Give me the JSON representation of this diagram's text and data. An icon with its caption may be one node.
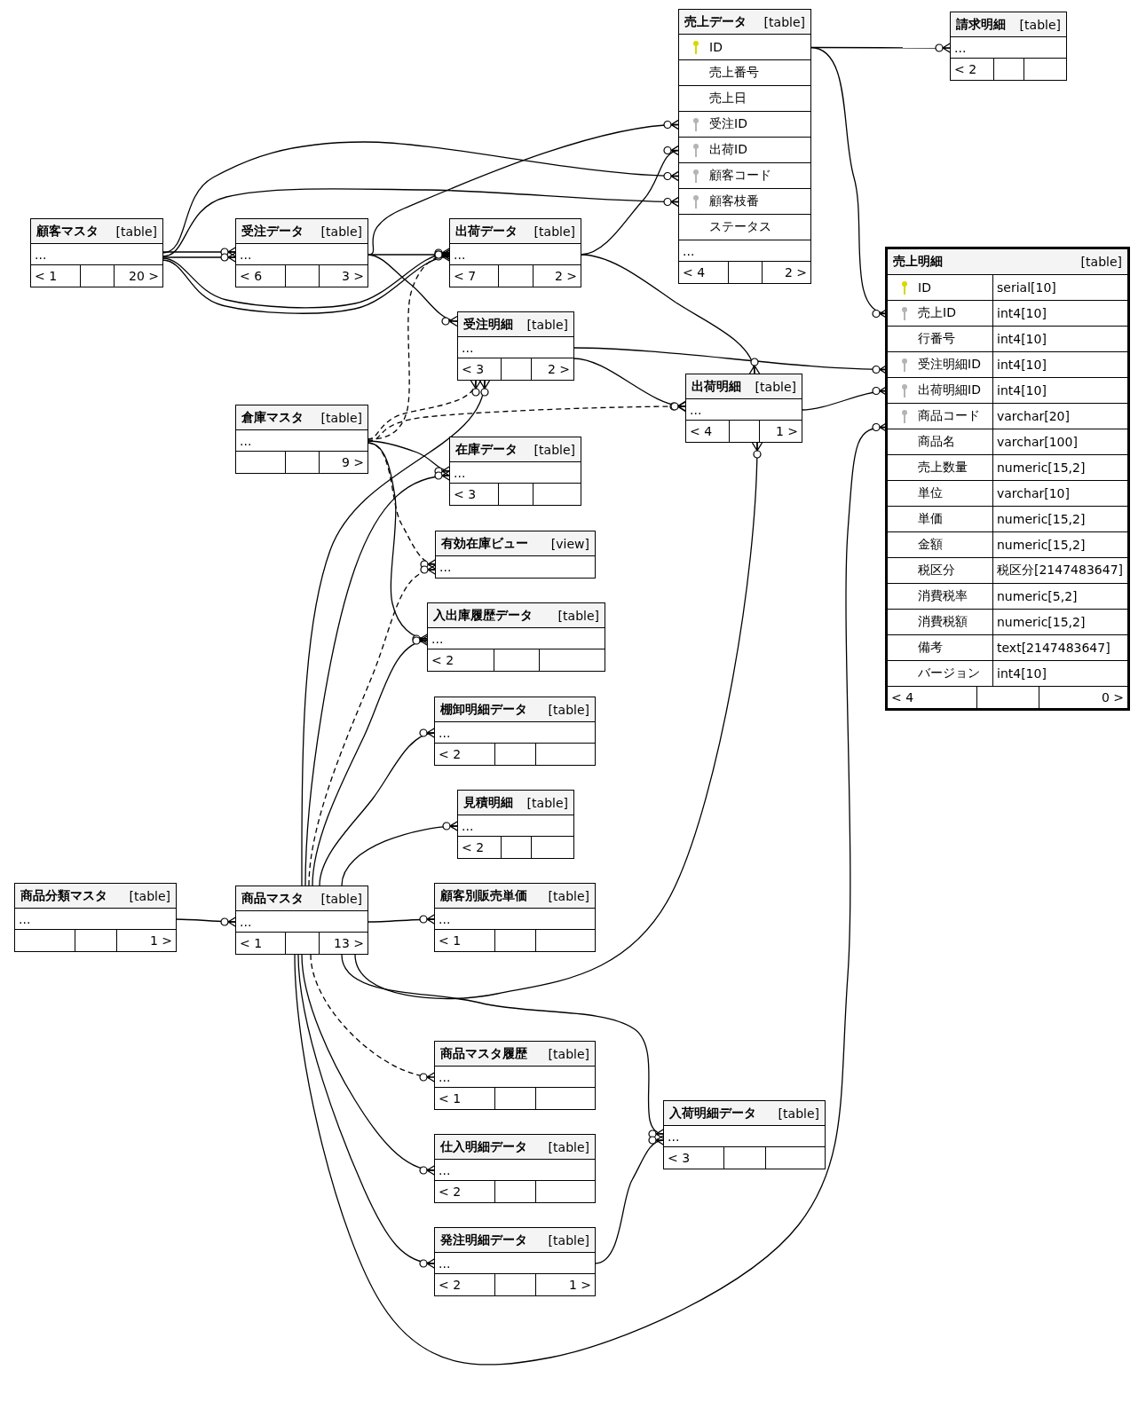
{
  "diagram": {
    "nodes": [
      {
        "text": [
          "顧客マスタ",
          "[table]"
        ]
      },
      {
        "text": [
          "..."
        ],
        "in": 0
      },
      {
        "text": [
          "< 1",
          "20 >"
        ],
        "in": 0
      },
      {
        "text": [
          "受注データ",
          "[table]"
        ]
      },
      {
        "text": [
          "..."
        ],
        "in": 3
      },
      {
        "text": [
          "< 6",
          "3 >"
        ],
        "in": 3
      },
      {
        "text": [
          "出荷データ",
          "[table]"
        ]
      },
      {
        "text": [
          "..."
        ],
        "in": 6
      },
      {
        "text": [
          "< 7",
          "2 >"
        ],
        "in": 6
      },
      {
        "text": [
          "売上データ",
          "[table]"
        ]
      },
      {
        "text": [
          "ID"
        ],
        "in": 9
      },
      {
        "text": [
          "売上番号"
        ],
        "in": 9
      },
      {
        "text": [
          "売上日"
        ],
        "in": 9
      },
      {
        "text": [
          "受注ID"
        ],
        "in": 9
      },
      {
        "text": [
          "出荷ID"
        ],
        "in": 9
      },
      {
        "text": [
          "顧客コード"
        ],
        "in": 9
      },
      {
        "text": [
          "顧客枝番"
        ],
        "in": 9
      },
      {
        "text": [
          "ステータス"
        ],
        "in": 9
      },
      {
        "text": [
          "..."
        ],
        "in": 9
      },
      {
        "text": [
          "< 4",
          "2 >"
        ],
        "in": 9
      },
      {
        "text": [
          "請求明細",
          "[table]"
        ]
      },
      {
        "text": [
          "..."
        ],
        "in": 20
      },
      {
        "text": [
          "< 2"
        ],
        "in": 20
      },
      {
        "text": [
          "売上明細",
          "[table]"
        ]
      },
      {
        "text": [
          "ID",
          "serial[10]"
        ],
        "in": 23
      },
      {
        "text": [
          "売上ID",
          "int4[10]"
        ],
        "in": 23
      },
      {
        "text": [
          "行番号",
          "int4[10]"
        ],
        "in": 23
      },
      {
        "text": [
          "受注明細ID",
          "int4[10]"
        ],
        "in": 23
      },
      {
        "text": [
          "出荷明細ID",
          "int4[10]"
        ],
        "in": 23
      },
      {
        "text": [
          "商品コード",
          "varchar[20]"
        ],
        "in": 23
      },
      {
        "text": [
          "商品名",
          "varchar[100]"
        ],
        "in": 23
      },
      {
        "text": [
          "売上数量",
          "numeric[15,2]"
        ],
        "in": 23
      },
      {
        "text": [
          "単位",
          "varchar[10]"
        ],
        "in": 23
      },
      {
        "text": [
          "単価",
          "numeric[15,2]"
        ],
        "in": 23
      },
      {
        "text": [
          "金額",
          "numeric[15,2]"
        ],
        "in": 23
      },
      {
        "text": [
          "税区分",
          "税区分[2147483647]"
        ],
        "in": 23
      },
      {
        "text": [
          "消費税率",
          "numeric[5,2]"
        ],
        "in": 23
      },
      {
        "text": [
          "消費税額",
          "numeric[15,2]"
        ],
        "in": 23
      },
      {
        "text": [
          "備考",
          "text[2147483647]"
        ],
        "in": 23
      },
      {
        "text": [
          "バージョン",
          "int4[10]"
        ],
        "in": 23
      },
      {
        "text": [
          "< 4",
          "0 >"
        ],
        "in": 23
      },
      {
        "text": [
          "受注明細",
          "[table]"
        ]
      },
      {
        "text": [
          "..."
        ],
        "in": 41
      },
      {
        "text": [
          "< 3",
          "2 >"
        ],
        "in": 41
      },
      {
        "text": [
          "出荷明細",
          "[table]"
        ]
      },
      {
        "text": [
          "..."
        ],
        "in": 44
      },
      {
        "text": [
          "< 4",
          "1 >"
        ],
        "in": 44
      },
      {
        "text": [
          "倉庫マスタ",
          "[table]"
        ]
      },
      {
        "text": [
          "..."
        ],
        "in": 47
      },
      {
        "text": [
          "9 >"
        ],
        "in": 47
      },
      {
        "text": [
          "在庫データ",
          "[table]"
        ]
      },
      {
        "text": [
          "..."
        ],
        "in": 50
      },
      {
        "text": [
          "< 3"
        ],
        "in": 50
      },
      {
        "text": [
          "有効在庫ビュー",
          "[view]"
        ]
      },
      {
        "text": [
          "..."
        ],
        "in": 53
      },
      {
        "text": [
          "入出庫履歴データ",
          "[table]"
        ]
      },
      {
        "text": [
          "..."
        ],
        "in": 55
      },
      {
        "text": [
          "< 2"
        ],
        "in": 55
      },
      {
        "text": [
          "棚卸明細データ",
          "[table]"
        ]
      },
      {
        "text": [
          "..."
        ],
        "in": 58
      },
      {
        "text": [
          "< 2"
        ],
        "in": 58
      },
      {
        "text": [
          "見積明細",
          "[table]"
        ]
      },
      {
        "text": [
          "..."
        ],
        "in": 61
      },
      {
        "text": [
          "< 2"
        ],
        "in": 61
      },
      {
        "text": [
          "商品分類マスタ",
          "[table]"
        ]
      },
      {
        "text": [
          "..."
        ],
        "in": 64
      },
      {
        "text": [
          "1 >"
        ],
        "in": 64
      },
      {
        "text": [
          "商品マスタ",
          "[table]"
        ]
      },
      {
        "text": [
          "..."
        ],
        "in": 67
      },
      {
        "text": [
          "< 1",
          "13 >"
        ],
        "in": 67
      },
      {
        "text": [
          "顧客別販売単価",
          "[table]"
        ]
      },
      {
        "text": [
          "..."
        ],
        "in": 70
      },
      {
        "text": [
          "< 1"
        ],
        "in": 70
      },
      {
        "text": [
          "商品マスタ履歴",
          "[table]"
        ]
      },
      {
        "text": [
          "..."
        ],
        "in": 73
      },
      {
        "text": [
          "< 1"
        ],
        "in": 73
      },
      {
        "text": [
          "仕入明細データ",
          "[table]"
        ]
      },
      {
        "text": [
          "..."
        ],
        "in": 76
      },
      {
        "text": [
          "< 2"
        ],
        "in": 76
      },
      {
        "text": [
          "発注明細データ",
          "[table]"
        ]
      },
      {
        "text": [
          "..."
        ],
        "in": 79
      },
      {
        "text": [
          "< 2",
          "1 >"
        ],
        "in": 79
      },
      {
        "text": [
          "入荷明細データ",
          "[table]"
        ]
      },
      {
        "text": [
          "..."
        ],
        "in": 82
      },
      {
        "text": [
          "< 3"
        ],
        "in": 82
      }
    ],
    "edges": [
      {
        "from": 10,
        "to": 21,
        "arrow": "other"
      },
      {
        "from": 10,
        "to": 25,
        "arrow": "other"
      },
      {
        "from": 4,
        "to": 13,
        "arrow": "other"
      },
      {
        "from": 7,
        "to": 14,
        "arrow": "other"
      },
      {
        "from": 1,
        "to": 15,
        "arrow": "other"
      },
      {
        "from": 1,
        "to": 16,
        "arrow": "other"
      },
      {
        "from": 1,
        "to": 4,
        "arrow": "other"
      },
      {
        "from": 1,
        "to": 4,
        "arrow": "other"
      },
      {
        "from": 1,
        "to": 7,
        "arrow": "other"
      },
      {
        "from": 1,
        "to": 7,
        "arrow": "other"
      },
      {
        "from": 4,
        "to": 7,
        "arrow": "other"
      },
      {
        "from": 4,
        "to": 41,
        "arrow": "other"
      },
      {
        "from": 42,
        "to": 27,
        "arrow": "other"
      },
      {
        "from": 42,
        "to": 44,
        "arrow": "other"
      },
      {
        "from": 7,
        "to": 44,
        "arrow": "other"
      },
      {
        "from": 45,
        "to": 28,
        "arrow": "other"
      },
      {
        "from": 48,
        "to": 45,
        "arrow": "other",
        "style": "dashed"
      },
      {
        "from": 48,
        "to": 7,
        "arrow": "other",
        "style": "dashed"
      },
      {
        "from": 48,
        "to": 41,
        "arrow": "other",
        "style": "dashed"
      },
      {
        "from": 48,
        "to": 51,
        "arrow": "other"
      },
      {
        "from": 48,
        "to": 54,
        "arrow": "other",
        "style": "dashed"
      },
      {
        "from": 48,
        "to": 56,
        "arrow": "other"
      },
      {
        "from": 67,
        "to": 41,
        "arrow": "other"
      },
      {
        "from": 67,
        "to": 51,
        "arrow": "other"
      },
      {
        "from": 67,
        "to": 54,
        "arrow": "other",
        "style": "dashed"
      },
      {
        "from": 67,
        "to": 56,
        "arrow": "other"
      },
      {
        "from": 67,
        "to": 59,
        "arrow": "other"
      },
      {
        "from": 67,
        "to": 62,
        "arrow": "other"
      },
      {
        "from": 65,
        "to": 68,
        "arrow": "other"
      },
      {
        "from": 68,
        "to": 71,
        "arrow": "other"
      },
      {
        "from": 67,
        "to": 44,
        "arrow": "other"
      },
      {
        "from": 67,
        "to": 83,
        "arrow": "other"
      },
      {
        "from": 67,
        "to": 74,
        "arrow": "other",
        "style": "dashed"
      },
      {
        "from": 67,
        "to": 77,
        "arrow": "other"
      },
      {
        "from": 67,
        "to": 80,
        "arrow": "other"
      },
      {
        "from": 67,
        "to": 29,
        "arrow": "other"
      },
      {
        "from": 80,
        "to": 83,
        "arrow": "other"
      }
    ]
  }
}
